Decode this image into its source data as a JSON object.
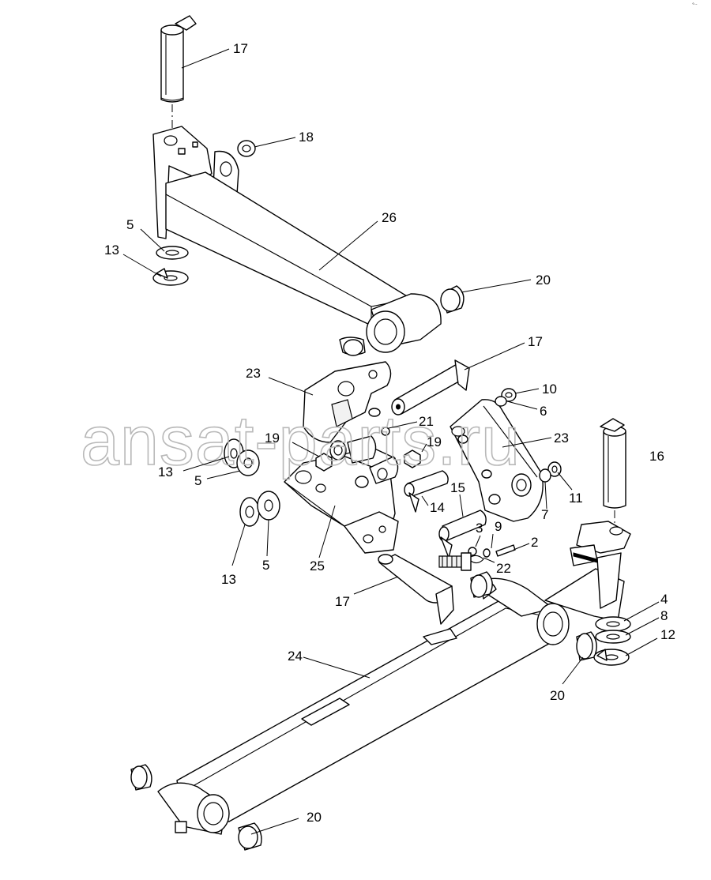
{
  "watermark": "ansat-parts.ru",
  "corner_mark": "°··",
  "callouts": [
    {
      "id": "c17a",
      "text": "17"
    },
    {
      "id": "c18",
      "text": "18"
    },
    {
      "id": "c26",
      "text": "26"
    },
    {
      "id": "c5a",
      "text": "5"
    },
    {
      "id": "c13a",
      "text": "13"
    },
    {
      "id": "c20a",
      "text": "20"
    },
    {
      "id": "c17b",
      "text": "17"
    },
    {
      "id": "c23a",
      "text": "23"
    },
    {
      "id": "c10",
      "text": "10"
    },
    {
      "id": "c6",
      "text": "6"
    },
    {
      "id": "c21",
      "text": "21"
    },
    {
      "id": "c23b",
      "text": "23"
    },
    {
      "id": "c19a",
      "text": "19"
    },
    {
      "id": "c19b",
      "text": "19"
    },
    {
      "id": "c16",
      "text": "16"
    },
    {
      "id": "c13b",
      "text": "13"
    },
    {
      "id": "c5b",
      "text": "5"
    },
    {
      "id": "c15",
      "text": "15"
    },
    {
      "id": "c14",
      "text": "14"
    },
    {
      "id": "c11",
      "text": "11"
    },
    {
      "id": "c7",
      "text": "7"
    },
    {
      "id": "c9",
      "text": "9"
    },
    {
      "id": "c3",
      "text": "3"
    },
    {
      "id": "c2",
      "text": "2"
    },
    {
      "id": "c22",
      "text": "22"
    },
    {
      "id": "c13c",
      "text": "13"
    },
    {
      "id": "c5c",
      "text": "5"
    },
    {
      "id": "c25",
      "text": "25"
    },
    {
      "id": "c17c",
      "text": "17"
    },
    {
      "id": "c4",
      "text": "4"
    },
    {
      "id": "c8",
      "text": "8"
    },
    {
      "id": "c12",
      "text": "12"
    },
    {
      "id": "c24",
      "text": "24"
    },
    {
      "id": "c20b",
      "text": "20"
    },
    {
      "id": "c20c",
      "text": "20"
    }
  ]
}
